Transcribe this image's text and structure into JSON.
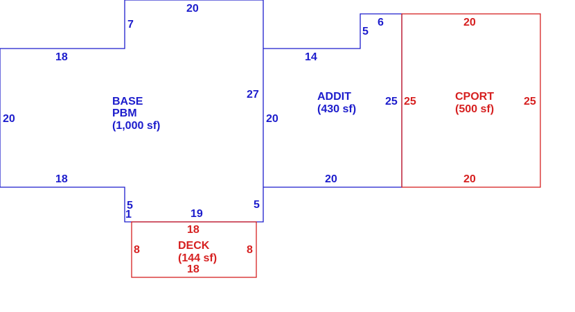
{
  "colors": {
    "building": "#1c1ccc",
    "accessory": "#d62020",
    "background": "#ffffff"
  },
  "areas": {
    "base": {
      "line1": "BASE",
      "line2": "PBM",
      "line3": "(1,000 sf)"
    },
    "addit": {
      "line1": "ADDIT",
      "line2": "(430 sf)"
    },
    "cport": {
      "line1": "CPORT",
      "line2": "(500 sf)"
    },
    "deck": {
      "line1": "DECK",
      "line2": "(144 sf)"
    }
  },
  "dimensions": {
    "base_top": "20",
    "base_notch_left": "7",
    "base_left_wing_top": "18",
    "base_left": "20",
    "base_right": "27",
    "base_left_wing_bottom": "18",
    "base_bottom_notch": "5",
    "base_bottom_1": "1",
    "base_bottom": "19",
    "base_bottom_right": "5",
    "addit_top_notch": "6",
    "addit_notch_side": "5",
    "addit_top": "14",
    "addit_left": "20",
    "addit_right": "25",
    "addit_bottom": "20",
    "cport_top": "20",
    "cport_left": "25",
    "cport_right": "25",
    "cport_bottom": "20",
    "deck_top": "18",
    "deck_left": "8",
    "deck_right": "8",
    "deck_bottom": "18"
  }
}
